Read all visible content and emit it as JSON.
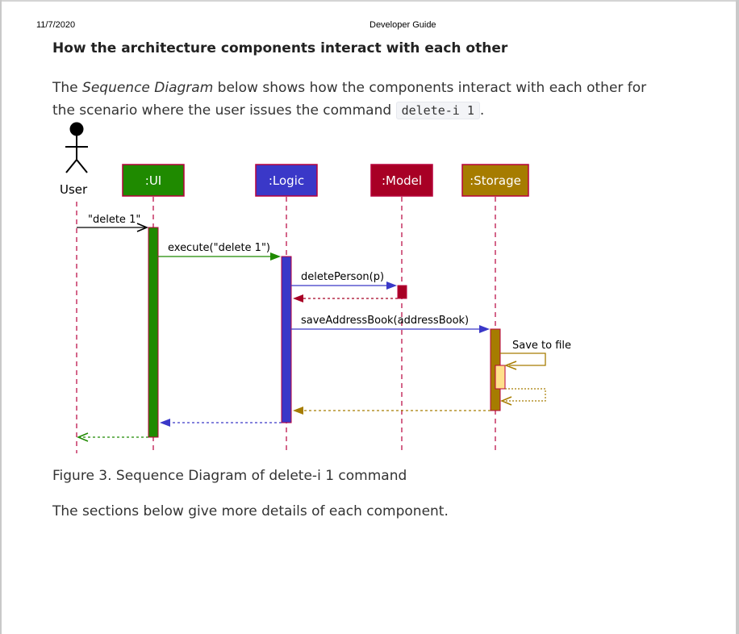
{
  "print_header": {
    "date": "11/7/2020",
    "title": "Developer Guide"
  },
  "section_heading": "How the architecture components interact with each other",
  "intro": {
    "part1": "The ",
    "emphasis": "Sequence Diagram",
    "part2": " below shows how the components interact with each other for the scenario where the user issues the command ",
    "code": "delete-i 1",
    "part3": "."
  },
  "diagram": {
    "actor_label": "User",
    "participants": {
      "ui": {
        "label": ":UI",
        "color": "#1f8a00"
      },
      "logic": {
        "label": ":Logic",
        "color": "#3a38c8"
      },
      "model": {
        "label": ":Model",
        "color": "#a80025"
      },
      "storage": {
        "label": ":Storage",
        "color": "#a67c00"
      }
    },
    "lifeline_color": "#b8003c",
    "messages": {
      "user_to_ui": "\"delete 1\"",
      "ui_to_logic": "execute(\"delete 1\")",
      "logic_to_model": "deletePerson(p)",
      "logic_to_storage": "saveAddressBook(addressBook)",
      "storage_self": "Save to file"
    },
    "self_call_color": "#ffe08a"
  },
  "caption": "Figure 3. Sequence Diagram of delete-i 1 command",
  "closing": "The sections below give more details of each component."
}
